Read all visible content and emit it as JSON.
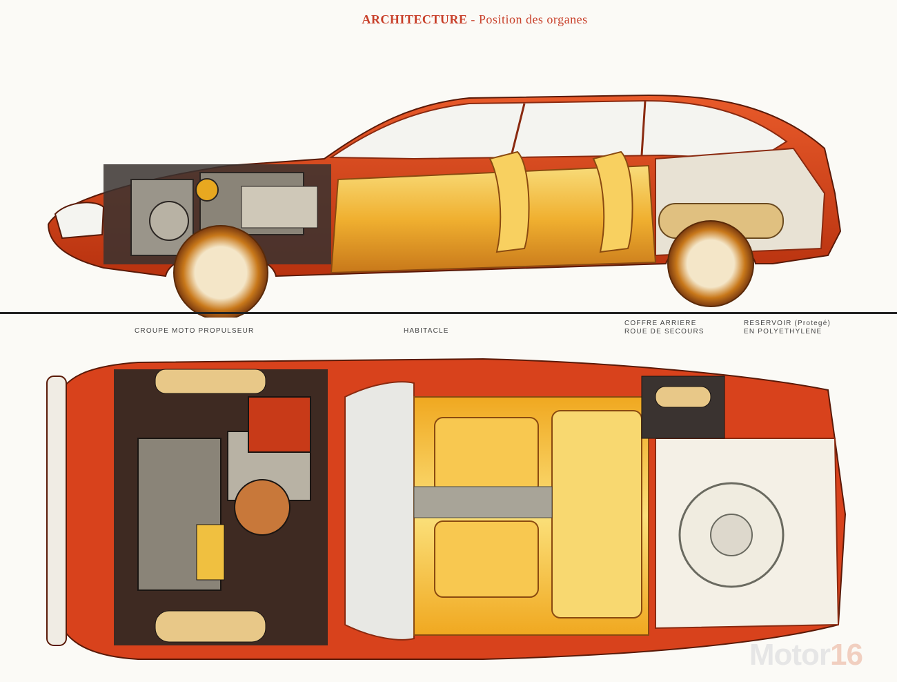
{
  "header": {
    "title_main": "ARCHITECTURE",
    "title_sep": "-",
    "title_sub": "Position des organes"
  },
  "labels": {
    "groupe": "CROUPE MOTO PROPULSEUR",
    "habitacle": "HABITACLE",
    "coffre_line1": "COFFRE ARRIERE",
    "coffre_line2": "ROUE DE SECOURS",
    "reservoir_line1": "RESERVOIR (Protegé)",
    "reservoir_line2": "EN POLYETHYLENE"
  },
  "watermark": {
    "part1": "Motor",
    "part2": "16"
  },
  "colors": {
    "body_red": "#d8421c",
    "dark_red": "#9c2a10",
    "interior_gold": "#f0b030",
    "interior_light": "#f8dc7a",
    "engine_grey": "#7a756c",
    "glass": "#f4f4f0",
    "ground_line": "#222222"
  }
}
